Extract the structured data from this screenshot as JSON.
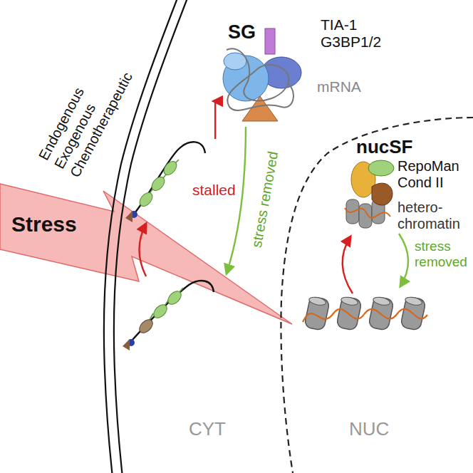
{
  "diagram": {
    "nodes": [
      {
        "text": [
          "SG",
          "TIA-1 G3BP1/2",
          "mRNA"
        ]
      },
      {
        "text": [
          "stalled"
        ]
      },
      {
        "text": [
          "nucSF",
          "RepoMan Cond II",
          "hetero-chromatin"
        ]
      }
    ],
    "edges": [
      {
        "from": 1,
        "to": 0,
        "arrow": "to"
      }
    ],
    "labels": [
      "Endogenous",
      "Exogenous",
      "Chemotherapeutic",
      "Stress",
      "stress removed",
      "stress removed",
      "CYT",
      "NUC"
    ]
  }
}
